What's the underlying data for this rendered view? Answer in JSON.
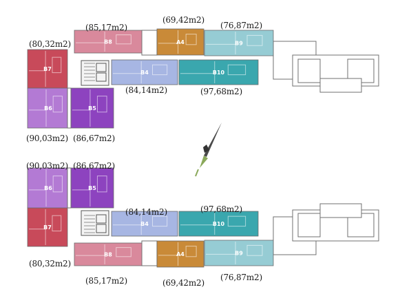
{
  "colors": {
    "B8": "#d9899c",
    "A4": "#c98a38",
    "B9": "#96ccd4",
    "B7": "#c84a5a",
    "B4": "#a7b6e3",
    "B10": "#3aa7ae",
    "B6": "#b37ad4",
    "B5": "#8d43bf"
  },
  "units": {
    "B8": "B8",
    "A4": "A4",
    "B9": "B9",
    "B7": "B7",
    "B4": "B4",
    "B10": "B10",
    "B6": "B6",
    "B5": "B5"
  },
  "areas": {
    "top": {
      "B8": "(85,17m2)",
      "A4": "(69,42m2)",
      "B9": "(76,87m2)",
      "B7": "(80,32m2)",
      "B4": "(84,14m2)",
      "B10": "(97,68m2)",
      "B6": "(90,03m2)",
      "B5": "(86,67m2)"
    },
    "bottom": {
      "B6": "(90,03m2)",
      "B5": "(86,67m2)",
      "B4": "(84,14m2)",
      "B10": "(97,68m2)",
      "B7": "(80,32m2)",
      "B8": "(85,17m2)",
      "A4": "(69,42m2)",
      "B9": "(76,87m2)"
    }
  },
  "compass_icon": "north-arrow-icon"
}
